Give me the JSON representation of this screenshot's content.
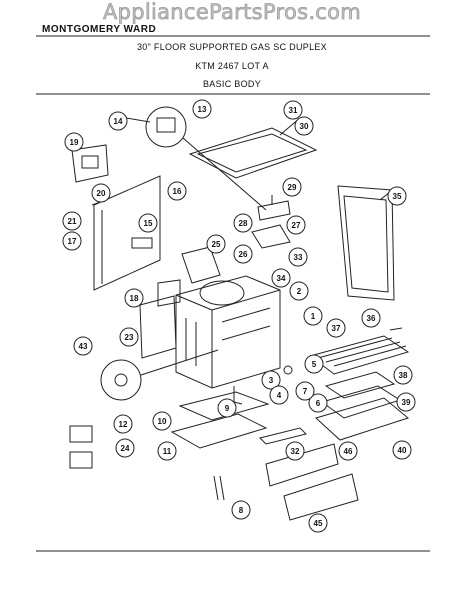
{
  "watermark": "AppliancePartsPros.com",
  "brand": "MONTGOMERY WARD",
  "header": {
    "line1": "30\" FLOOR SUPPORTED GAS SC DUPLEX",
    "line2": "KTM 2467 LOT A",
    "line3": "BASIC BODY"
  },
  "parts": [
    "1",
    "2",
    "3",
    "4",
    "5",
    "6",
    "7",
    "8",
    "9",
    "10",
    "11",
    "12",
    "13",
    "14",
    "15",
    "16",
    "17",
    "18",
    "19",
    "20",
    "21",
    "23",
    "24",
    "25",
    "26",
    "27",
    "28",
    "29",
    "30",
    "31",
    "32",
    "33",
    "34",
    "35",
    "36",
    "37",
    "38",
    "39",
    "40",
    "43",
    "45",
    "46"
  ]
}
